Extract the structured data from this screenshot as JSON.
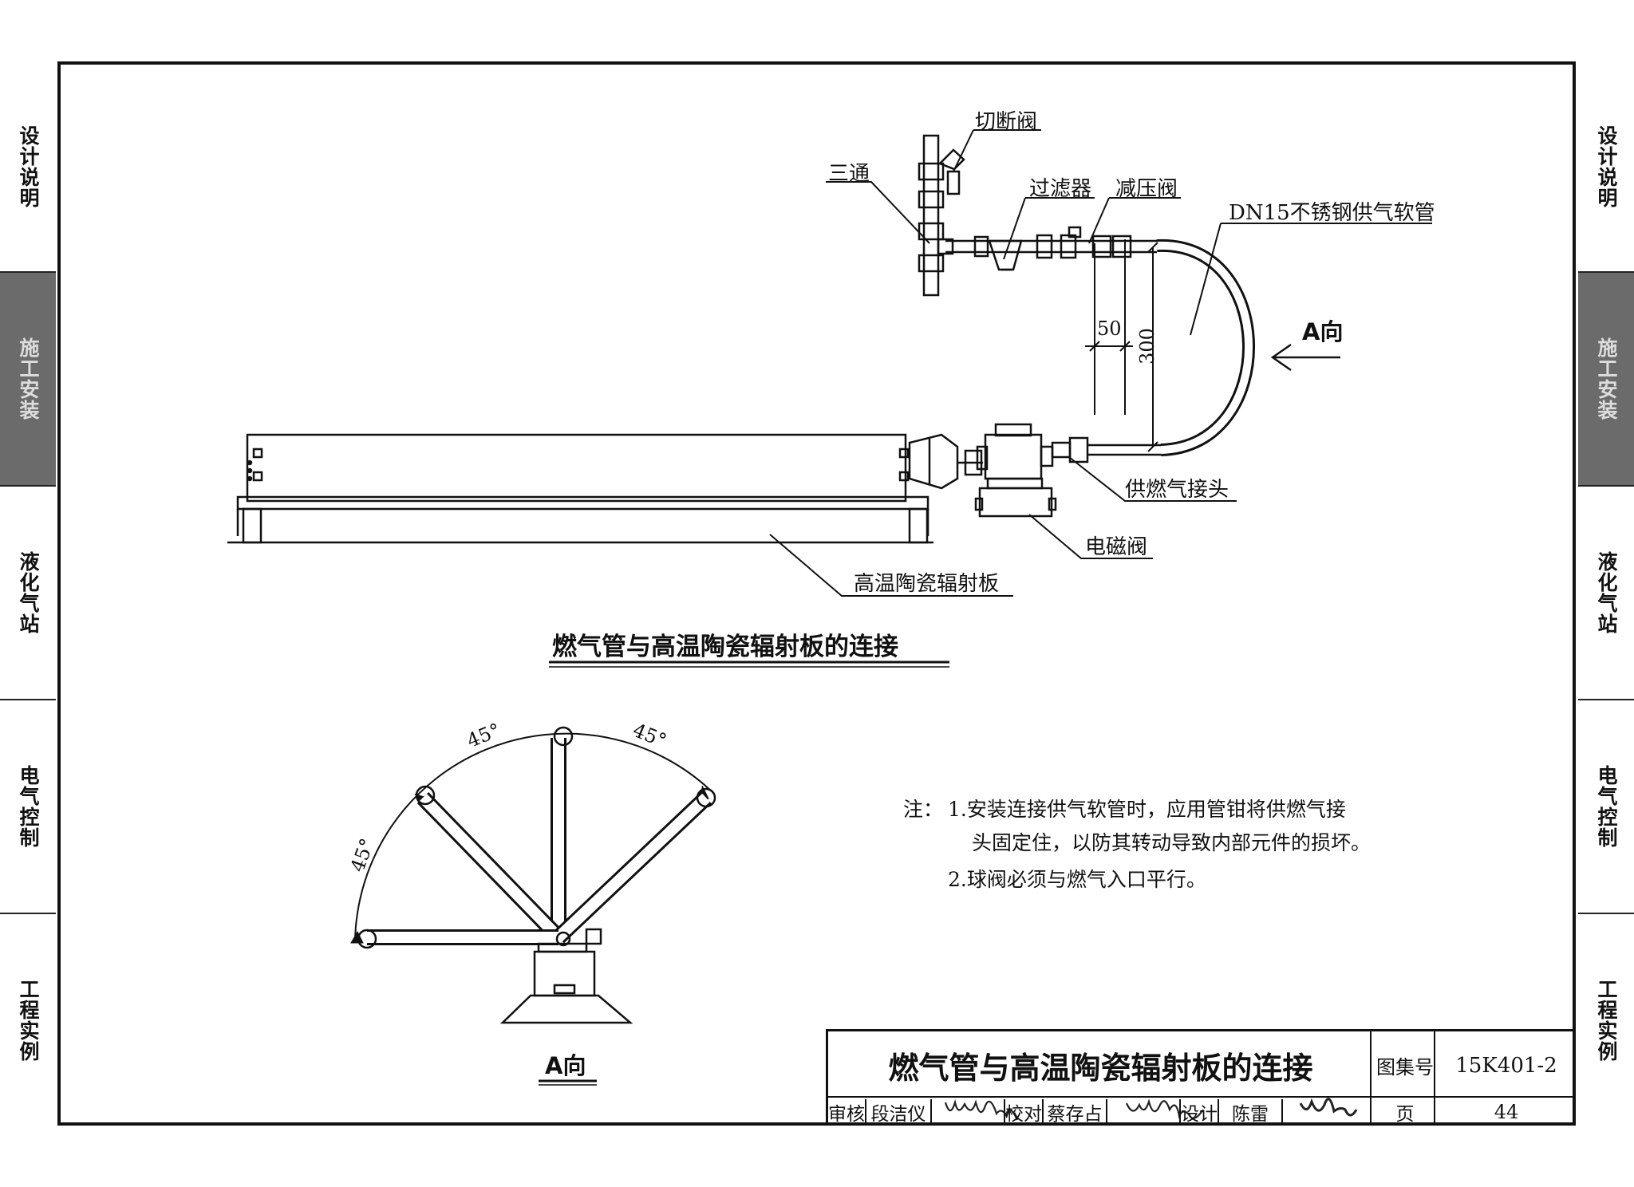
{
  "side_tabs": [
    "设计说明",
    "施工安装",
    "液化气站",
    "电气控制",
    "工程实例"
  ],
  "active_tab": "施工安装",
  "labels": {
    "shutoff_valve": "切断阀",
    "tee": "三通",
    "filter": "过滤器",
    "pressure_reducer": "减压阀",
    "hose": "DN15不锈钢供气软管",
    "dim_50": "50",
    "dim_300": "300",
    "view_a_arrow": "A向",
    "gas_connector": "供燃气接头",
    "solenoid_valve": "电磁阀",
    "ceramic_panel": "高温陶瓷辐射板"
  },
  "top_title": "燃气管与高温陶瓷辐射板的连接",
  "angles": [
    "45°",
    "45°",
    "45°"
  ],
  "view_a_title": "A向",
  "notes": {
    "prefix": "注：",
    "line1": "1.安装连接供气软管时，应用管钳将供燃气接",
    "line2": "头固定住，以防其转动导致内部元件的损坏。",
    "line3": "2.球阀必须与燃气入口平行。"
  },
  "title_block": {
    "title": "燃气管与高温陶瓷辐射板的连接",
    "atlas_label": "图集号",
    "atlas_no": "15K401-2",
    "review_label": "审核",
    "reviewer": "段洁仪",
    "check_label": "校对",
    "checker": "蔡存占",
    "design_label": "设计",
    "designer": "陈雷",
    "page_label": "页",
    "page_no": "44"
  }
}
